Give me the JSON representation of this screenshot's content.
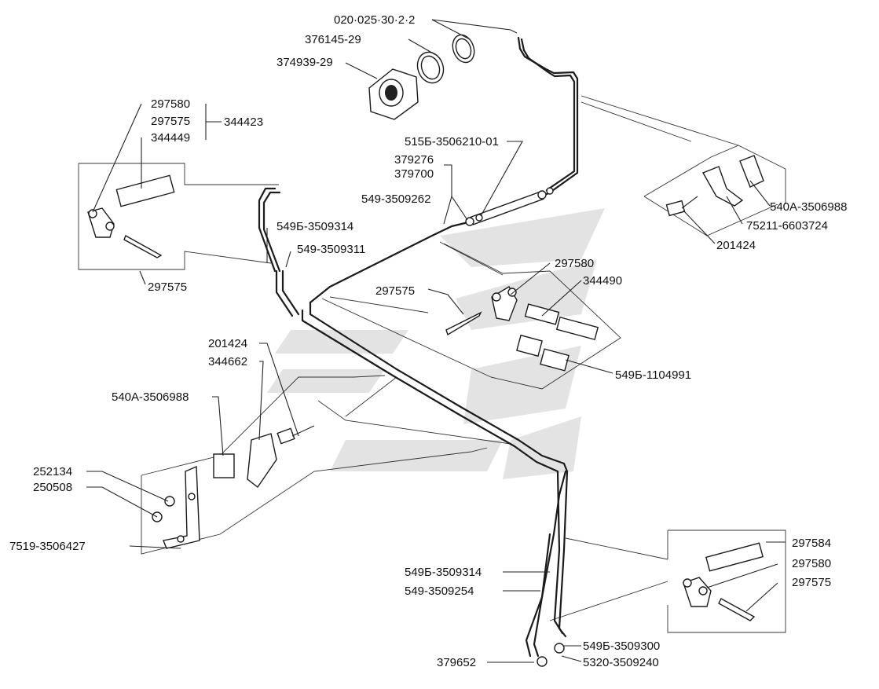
{
  "labels": {
    "l_020_025": "020·025·30·2·2",
    "l_376145": "376145-29",
    "l_374939": "374939-29",
    "l_297580_a": "297580",
    "l_297575_a": "297575",
    "l_344449": "344449",
    "l_344423": "344423",
    "l_515b": "515Б-3506210-01",
    "l_379276": "379276",
    "l_379700": "379700",
    "l_549_262": "549-3509262",
    "l_549b_314a": "549Б-3509314",
    "l_549_311": "549-3509311",
    "l_297575_b": "297575",
    "l_297580_b": "297580",
    "l_344490": "344490",
    "l_297575_c": "297575",
    "l_540a_a": "540А-3506988",
    "l_75211": "75211-6603724",
    "l_201424_a": "201424",
    "l_549b_1104": "549Б-1104991",
    "l_201424_b": "201424",
    "l_344662": "344662",
    "l_540a_b": "540А-3506988",
    "l_252134": "252134",
    "l_250508": "250508",
    "l_7519": "7519-3506427",
    "l_297584": "297584",
    "l_297580_c": "297580",
    "l_297575_d": "297575",
    "l_549b_314b": "549Б-3509314",
    "l_549_254": "549-3509254",
    "l_549b_300": "549Б-3509300",
    "l_379652": "379652",
    "l_5320": "5320-3509240"
  }
}
